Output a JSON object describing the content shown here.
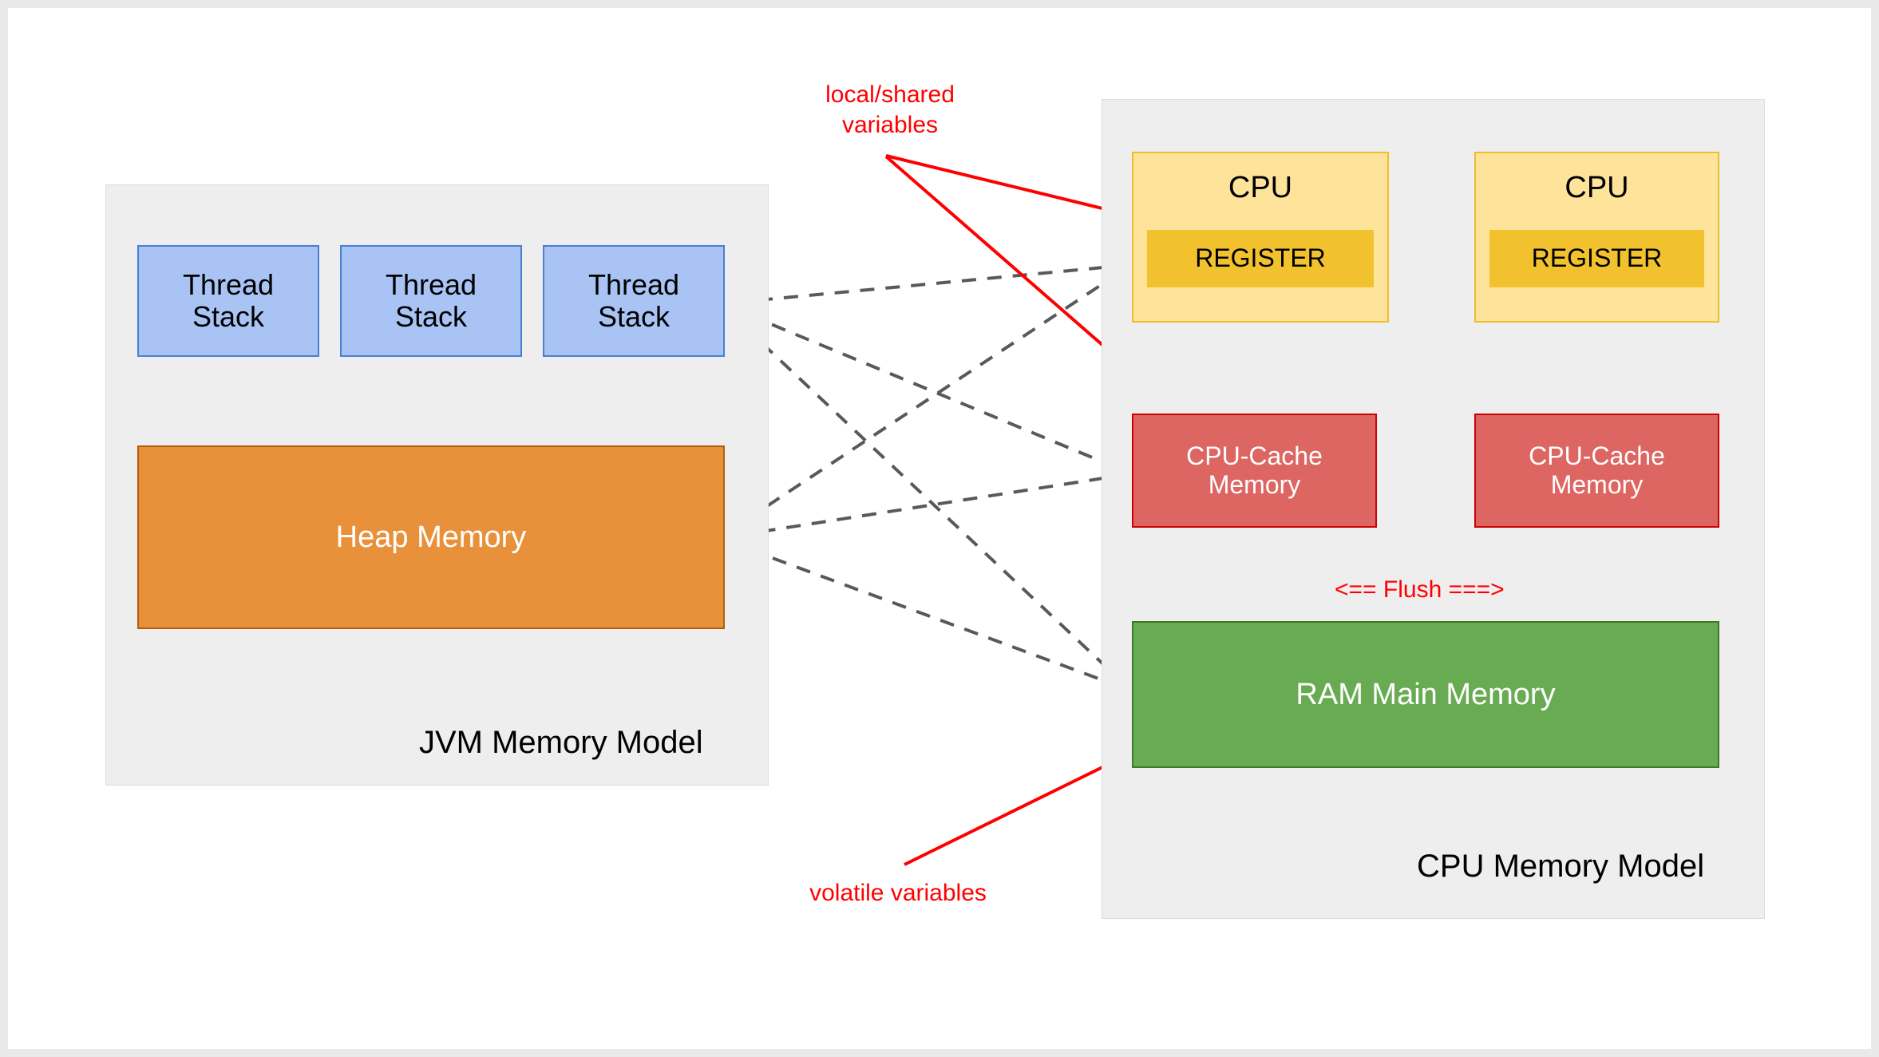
{
  "diagram": {
    "title_hidden": "",
    "colors": {
      "panel_bg": "#eeeeee",
      "panel_border": "#dcdcdc",
      "thread_stack_fill": "#a9c4f4",
      "thread_stack_border": "#4a7fd4",
      "heap_fill": "#e8913a",
      "heap_border": "#b05e0d",
      "cpu_fill": "#fde49a",
      "cpu_border": "#f0bc2a",
      "register_fill": "#f2c22e",
      "cache_fill": "#dd6662",
      "cache_border": "#cc0000",
      "ram_fill": "#68ab52",
      "ram_border": "#3d7a26",
      "annotation_red": "#ff0000",
      "arrow_gray": "#595959"
    }
  },
  "jvm_panel": {
    "label": "JVM Memory Model",
    "thread_stacks": [
      {
        "label": "Thread\nStack"
      },
      {
        "label": "Thread\nStack"
      },
      {
        "label": "Thread\nStack"
      }
    ],
    "heap": {
      "label": "Heap Memory"
    }
  },
  "cpu_panel": {
    "label": "CPU Memory Model",
    "cpus": [
      {
        "label": "CPU",
        "register_label": "REGISTER",
        "cache_label": "CPU-Cache\nMemory"
      },
      {
        "label": "CPU",
        "register_label": "REGISTER",
        "cache_label": "CPU-Cache\nMemory"
      }
    ],
    "ram": {
      "label": "RAM Main Memory"
    },
    "flush_label": "<== Flush ===>"
  },
  "annotations": [
    {
      "id": "local-shared",
      "label": "local/shared\nvariables"
    },
    {
      "id": "volatile",
      "label": "volatile variables"
    }
  ]
}
